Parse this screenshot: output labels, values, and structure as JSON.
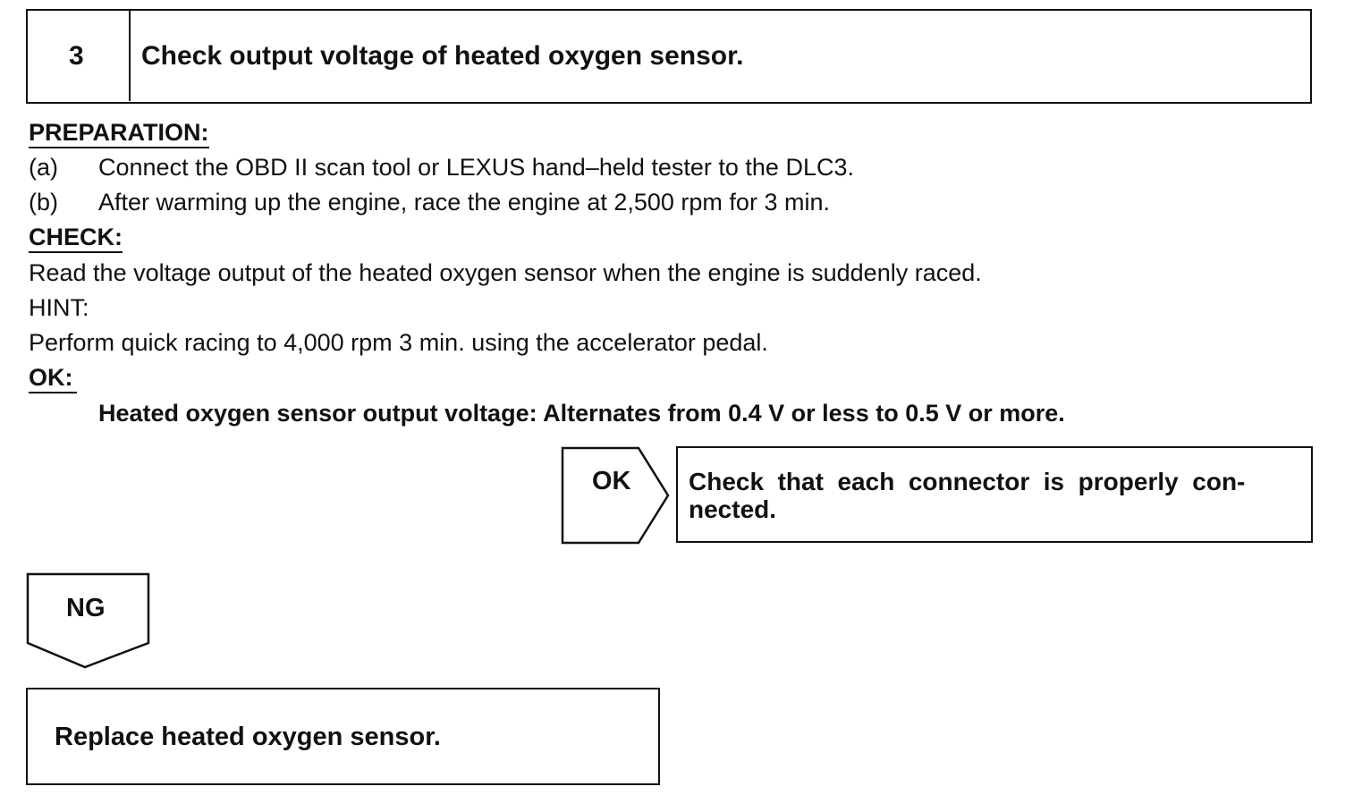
{
  "step": {
    "number": "3",
    "title": "Check output voltage of heated oxygen sensor."
  },
  "preparation": {
    "heading": "PREPARATION:",
    "items": [
      {
        "label": "(a)",
        "text": "Connect the OBD II scan tool or LEXUS hand–held tester to the DLC3."
      },
      {
        "label": "(b)",
        "text": "After warming up the engine, race the engine at 2,500 rpm for 3 min."
      }
    ]
  },
  "check": {
    "heading": "CHECK:",
    "text": "Read the voltage output of the heated oxygen sensor when the engine is suddenly raced.",
    "hint_label": "HINT:",
    "hint_text": "Perform quick racing to 4,000 rpm 3 min. using the accelerator pedal."
  },
  "ok": {
    "heading": "OK:",
    "spec": "Heated oxygen sensor output voltage: Alternates from 0.4 V or less to 0.5 V or more."
  },
  "flow": {
    "ok_label": "OK",
    "ok_action_line1": "Check  that  each  connector  is  properly  con-",
    "ok_action_line2": "nected.",
    "ng_label": "NG",
    "ng_action": "Replace heated oxygen sensor."
  }
}
